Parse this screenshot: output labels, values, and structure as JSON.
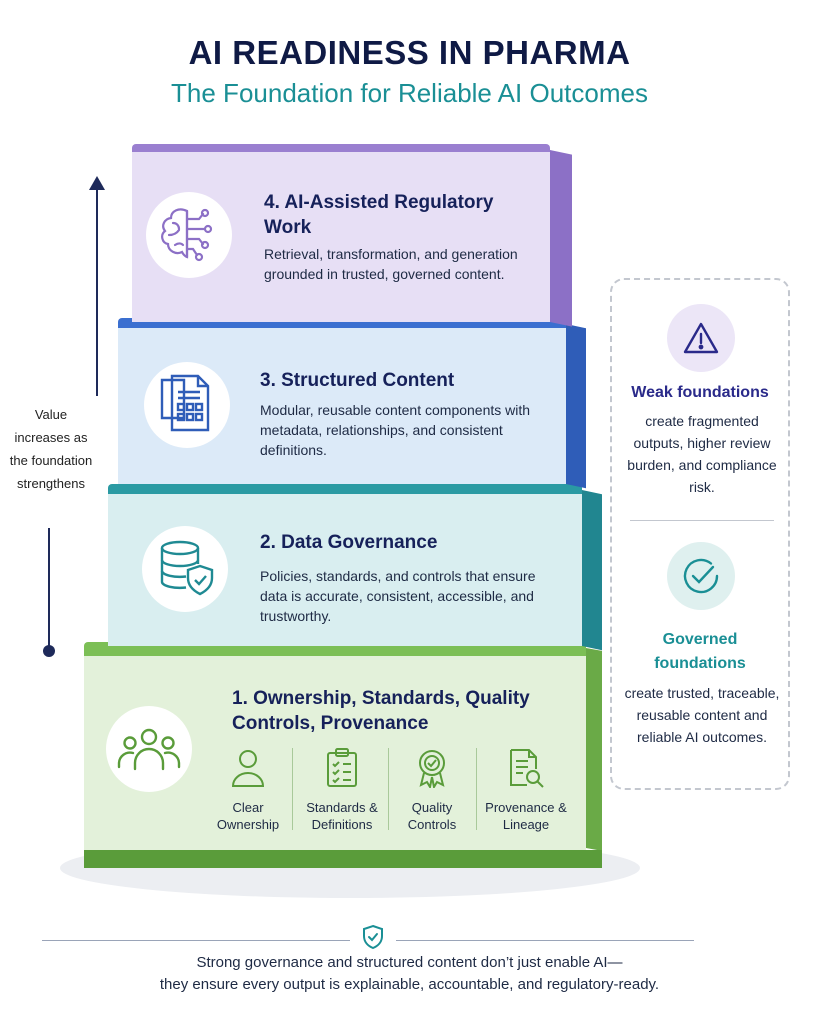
{
  "header": {
    "title": "AI READINESS IN PHARMA",
    "subtitle": "The Foundation for Reliable AI Outcomes"
  },
  "value_axis": {
    "label": "Value increases as the foundation strengthens"
  },
  "tiers": [
    {
      "title": "4. AI-Assisted Regulatory Work",
      "description": "Retrieval, transformation, and generation grounded in trusted, governed content.",
      "icon": "brain-circuit-icon",
      "color": "#9a7fd0"
    },
    {
      "title": "3. Structured Content",
      "description": "Modular, reusable content components with metadata, relationships, and consistent definitions.",
      "icon": "document-grid-icon",
      "color": "#3b6fd0"
    },
    {
      "title": "2. Data Governance",
      "description": "Policies, standards, and controls that ensure data is accurate, consistent, accessible, and trustworthy.",
      "icon": "database-shield-icon",
      "color": "#2a9aa3"
    },
    {
      "title": "1. Ownership, Standards, Quality Controls, Provenance",
      "icon": "people-group-icon",
      "color": "#7cbf56",
      "items": [
        {
          "label": "Clear Ownership",
          "icon": "person-icon"
        },
        {
          "label": "Standards & Definitions",
          "icon": "clipboard-checklist-icon"
        },
        {
          "label": "Quality Controls",
          "icon": "award-badge-icon"
        },
        {
          "label": "Provenance & Lineage",
          "icon": "document-search-icon"
        }
      ]
    }
  ],
  "side_panel": {
    "weak": {
      "heading": "Weak foundations",
      "text": "create fragmented outputs, higher review burden, and compliance risk.",
      "icon": "warning-triangle-icon",
      "color": "#2a2a8a"
    },
    "governed": {
      "heading": "Governed foundations",
      "text": "create trusted, traceable, reusable content and reliable AI outcomes.",
      "icon": "check-circle-icon",
      "color": "#1a8f95"
    }
  },
  "footer": {
    "icon": "shield-check-icon",
    "line1": "Strong governance and structured content don’t just enable AI—",
    "line2": "they ensure every output is explainable, accountable, and regulatory-ready."
  }
}
